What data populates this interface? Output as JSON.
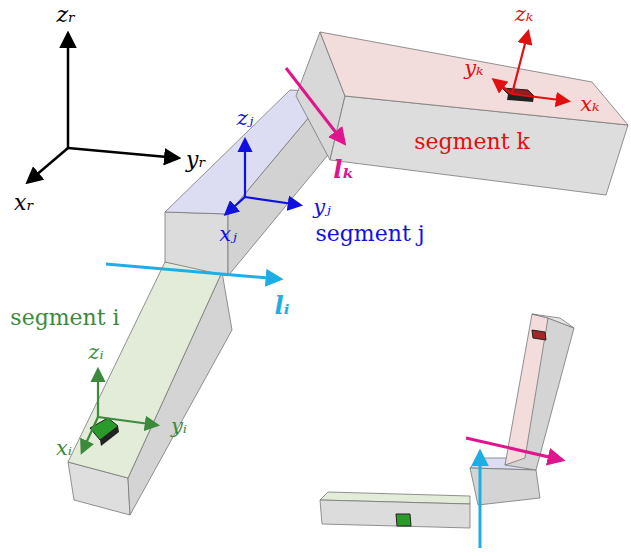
{
  "diagram": {
    "labels": [
      "zᵣ",
      "yᵣ",
      "xᵣ",
      "zₖ",
      "yₖ",
      "xₖ",
      "segment k",
      "lₖ",
      "zⱼ",
      "yⱼ",
      "xⱼ",
      "segment j",
      "lᵢ",
      "segment i",
      "zᵢ",
      "yᵢ",
      "xᵢ"
    ]
  }
}
